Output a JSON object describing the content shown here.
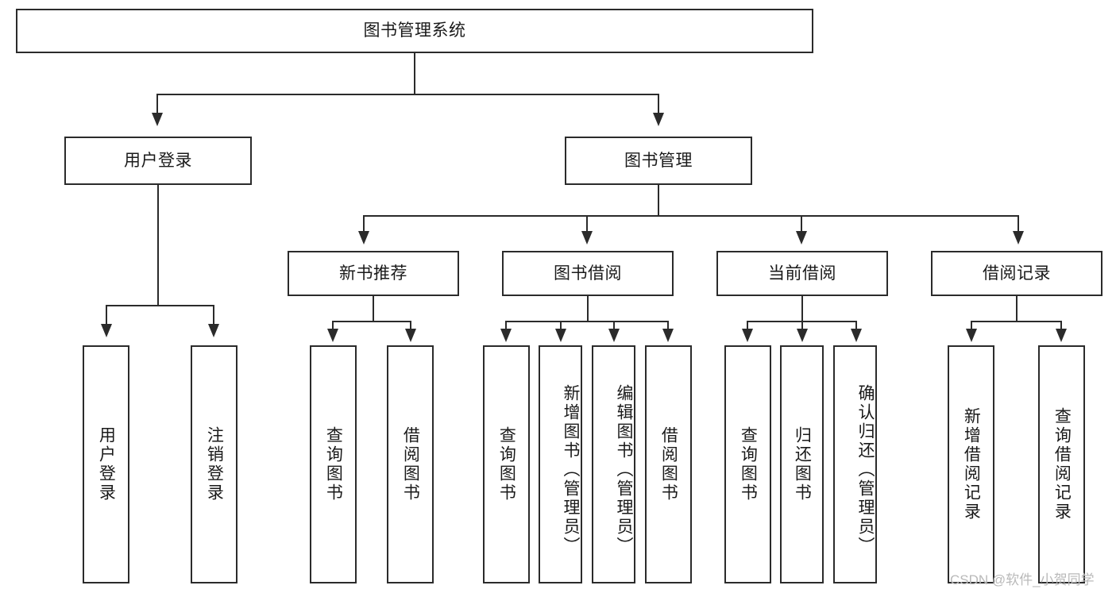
{
  "diagram": {
    "title": "图书管理系统",
    "type": "functional-structure-tree"
  },
  "nodes": {
    "root": {
      "label": "图书管理系统"
    },
    "level2": [
      {
        "id": "user-login",
        "label": "用户登录"
      },
      {
        "id": "book-management",
        "label": "图书管理"
      }
    ],
    "level3": [
      {
        "id": "new-book-recommend",
        "label": "新书推荐"
      },
      {
        "id": "book-borrow",
        "label": "图书借阅"
      },
      {
        "id": "current-borrow",
        "label": "当前借阅"
      },
      {
        "id": "borrow-record",
        "label": "借阅记录"
      }
    ],
    "leaves": {
      "user_login": [
        {
          "id": "leaf-user-login",
          "label": "用户登录"
        },
        {
          "id": "leaf-user-logout",
          "label": "注销登录"
        }
      ],
      "new_book_recommend": [
        {
          "id": "leaf-query-book-1",
          "label": "查询图书"
        },
        {
          "id": "leaf-borrow-book-1",
          "label": "借阅图书"
        }
      ],
      "book_borrow": [
        {
          "id": "leaf-query-book-2",
          "label": "查询图书"
        },
        {
          "id": "leaf-add-book",
          "label": "新增图书（管理员）"
        },
        {
          "id": "leaf-edit-book",
          "label": "编辑图书（管理员）"
        },
        {
          "id": "leaf-borrow-book-2",
          "label": "借阅图书"
        }
      ],
      "current_borrow": [
        {
          "id": "leaf-query-book-3",
          "label": "查询图书"
        },
        {
          "id": "leaf-return-book",
          "label": "归还图书"
        },
        {
          "id": "leaf-confirm-return",
          "label": "确认归还（管理员）"
        }
      ],
      "borrow_record": [
        {
          "id": "leaf-add-record",
          "label": "新增借阅记录"
        },
        {
          "id": "leaf-query-record",
          "label": "查询借阅记录"
        }
      ]
    }
  },
  "watermark": {
    "text": "CSDN @软件_小贺同学"
  },
  "colors": {
    "stroke": "#2b2b2b",
    "background": "#ffffff",
    "text": "#1a1a1a",
    "watermark": "#b9b9b9"
  }
}
